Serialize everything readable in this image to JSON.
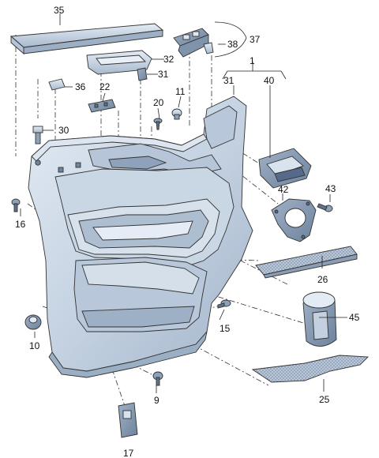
{
  "callouts": [
    {
      "id": "c35",
      "text": "35"
    },
    {
      "id": "c37",
      "text": "37"
    },
    {
      "id": "c38",
      "text": "38"
    },
    {
      "id": "c32",
      "text": "32"
    },
    {
      "id": "c1",
      "text": "1"
    },
    {
      "id": "c31a",
      "text": "31"
    },
    {
      "id": "c31b",
      "text": "31"
    },
    {
      "id": "c40",
      "text": "40"
    },
    {
      "id": "c36",
      "text": "36"
    },
    {
      "id": "c22",
      "text": "22"
    },
    {
      "id": "c11",
      "text": "11"
    },
    {
      "id": "c20",
      "text": "20"
    },
    {
      "id": "c30",
      "text": "30"
    },
    {
      "id": "c42",
      "text": "42"
    },
    {
      "id": "c43",
      "text": "43"
    },
    {
      "id": "c16",
      "text": "16"
    },
    {
      "id": "c26",
      "text": "26"
    },
    {
      "id": "c15",
      "text": "15"
    },
    {
      "id": "c45",
      "text": "45"
    },
    {
      "id": "c10",
      "text": "10"
    },
    {
      "id": "c9",
      "text": "9"
    },
    {
      "id": "c25",
      "text": "25"
    },
    {
      "id": "c17",
      "text": "17"
    }
  ],
  "colors": {
    "panel": "#c9d6e4",
    "panel_dark": "#a9bacd",
    "panel_light": "#e6eef6",
    "line": "#222222"
  }
}
